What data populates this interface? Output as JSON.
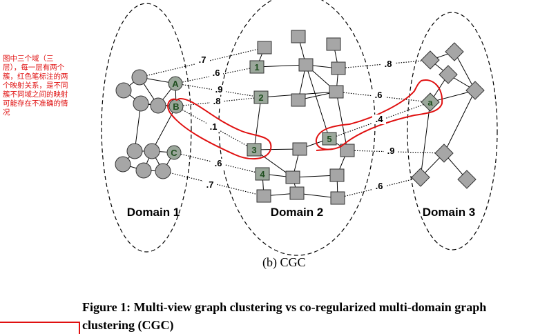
{
  "annotation_note": "图中三个域（三\n层），每一层有两个\n簇，红色笔标注的两\n个映射关系，是不同\n簇不同域之间的映射\n可能存在不准确的情\n况",
  "domains": [
    "Domain 1",
    "Domain 2",
    "Domain 3"
  ],
  "node_labels": {
    "A": "A",
    "B": "B",
    "C": "C",
    "n1": "1",
    "n2": "2",
    "n3": "3",
    "n4": "4",
    "n5": "5",
    "a": "a"
  },
  "edge_weights": {
    "w1": ".7",
    "w2": ".6",
    "w3": ".9",
    "w4": ".8",
    "w5": ".1",
    "w6": ".6",
    "w7": ".7",
    "w8": ".8",
    "w9": ".6",
    "w10": ".4",
    "w11": ".9",
    "w12": ".6"
  },
  "subcaption": "(b) CGC",
  "figure_caption": "Figure 1: Multi-view graph clustering vs co-regularized multi-domain graph clustering (CGC)",
  "colors": {
    "node_fill": "#a6a6a6",
    "labeled_fill": "#9ba79b",
    "label_text": "#1f4f1f",
    "annotation": "#e01010"
  }
}
